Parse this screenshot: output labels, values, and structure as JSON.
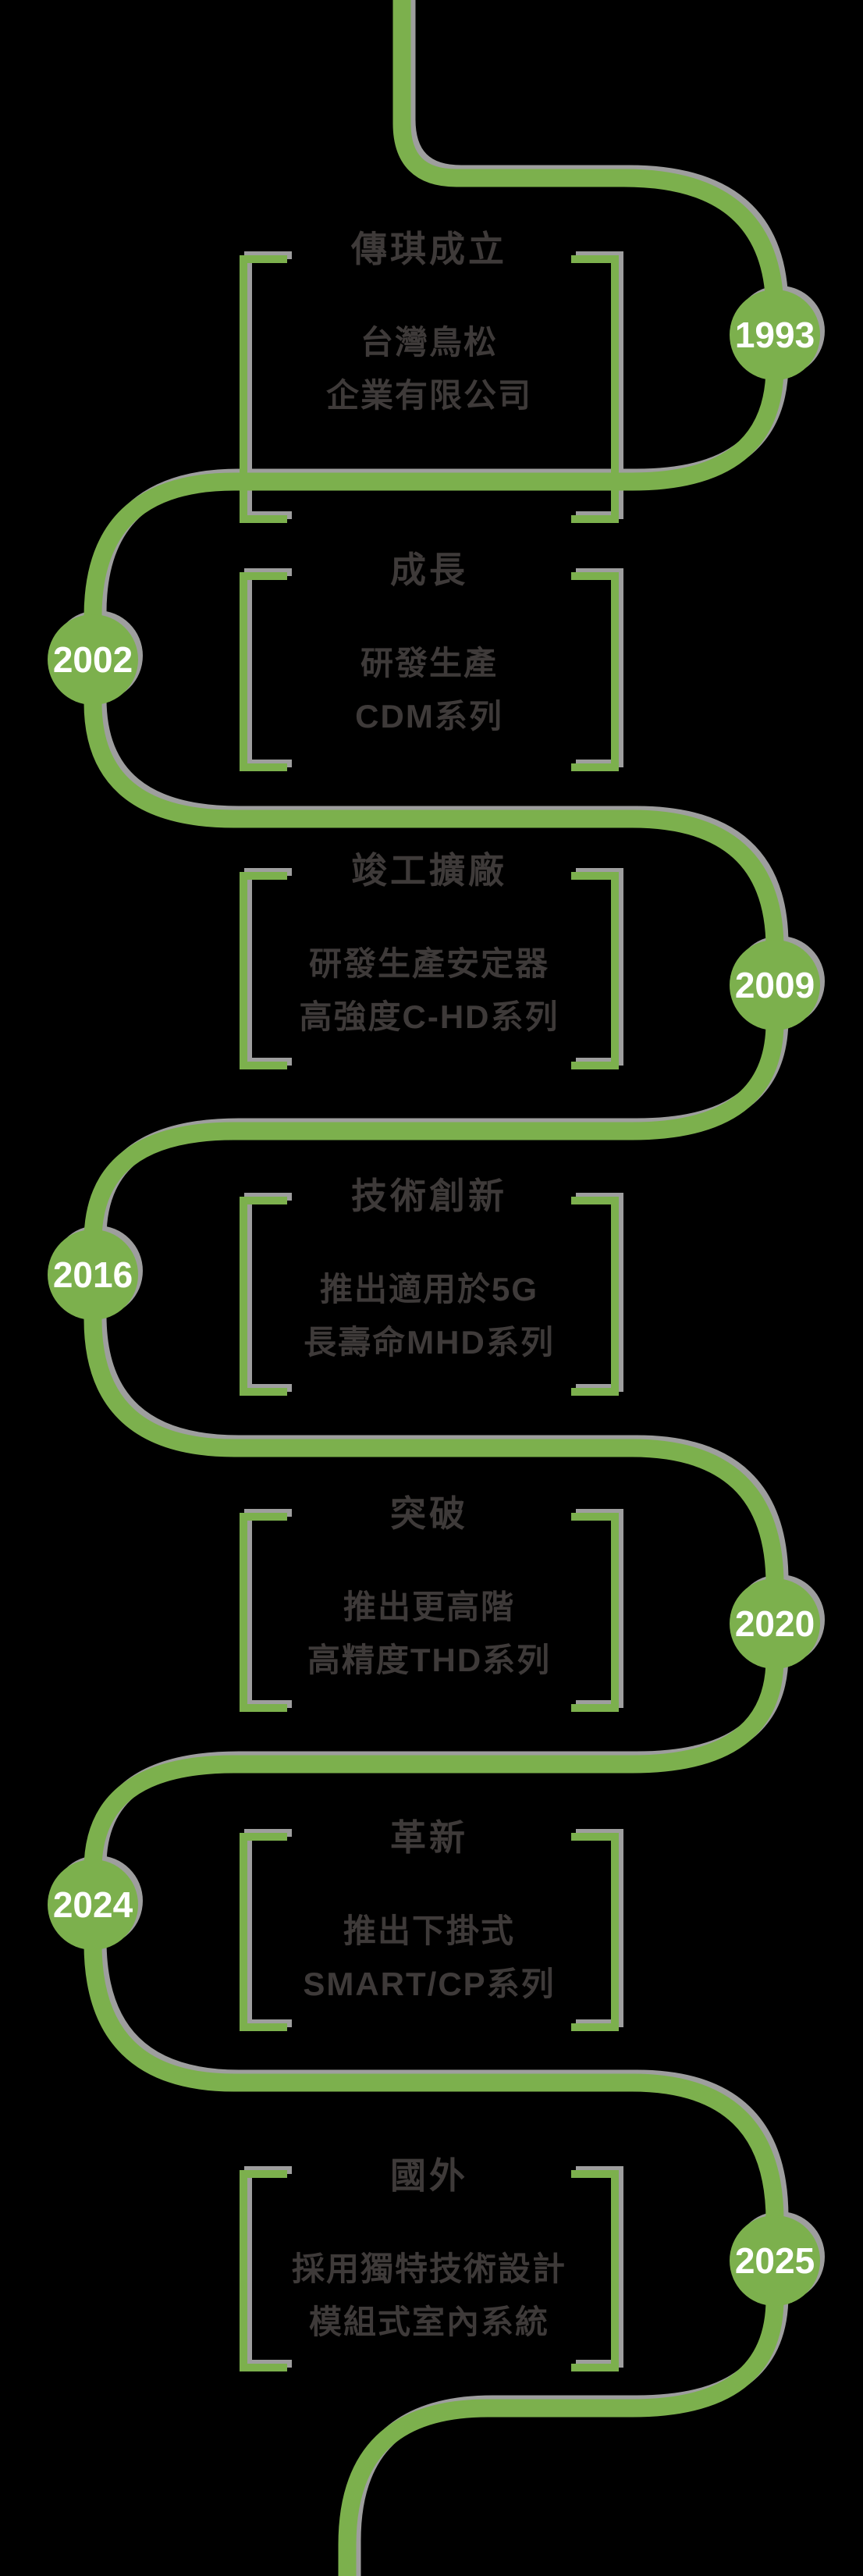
{
  "timeline": {
    "name": "company-history-timeline",
    "colors": {
      "path_green": "#7cb04d",
      "shadow_gray": "#9e9e9e",
      "text_dark": "#3e3a39",
      "badge_text": "#ffffff",
      "background": "#000000"
    },
    "events": [
      {
        "year": "1993",
        "title": "傳琪成立",
        "lines": [
          "台灣鳥松",
          "企業有限公司"
        ]
      },
      {
        "year": "2002",
        "title": "成長",
        "lines": [
          "研發生產",
          "CDM系列"
        ]
      },
      {
        "year": "2009",
        "title": "竣工擴廠",
        "lines": [
          "研發生產安定器",
          "高強度C-HD系列"
        ]
      },
      {
        "year": "2016",
        "title": "技術創新",
        "lines": [
          "推出適用於5G",
          "長壽命MHD系列"
        ]
      },
      {
        "year": "2020",
        "title": "突破",
        "lines": [
          "推出更高階",
          "高精度THD系列"
        ]
      },
      {
        "year": "2024",
        "title": "革新",
        "lines": [
          "推出下掛式",
          "SMART/CP系列"
        ]
      },
      {
        "year": "2025",
        "title": "國外",
        "lines": [
          "採用獨特技術設計",
          "模組式室內系統"
        ]
      }
    ]
  }
}
